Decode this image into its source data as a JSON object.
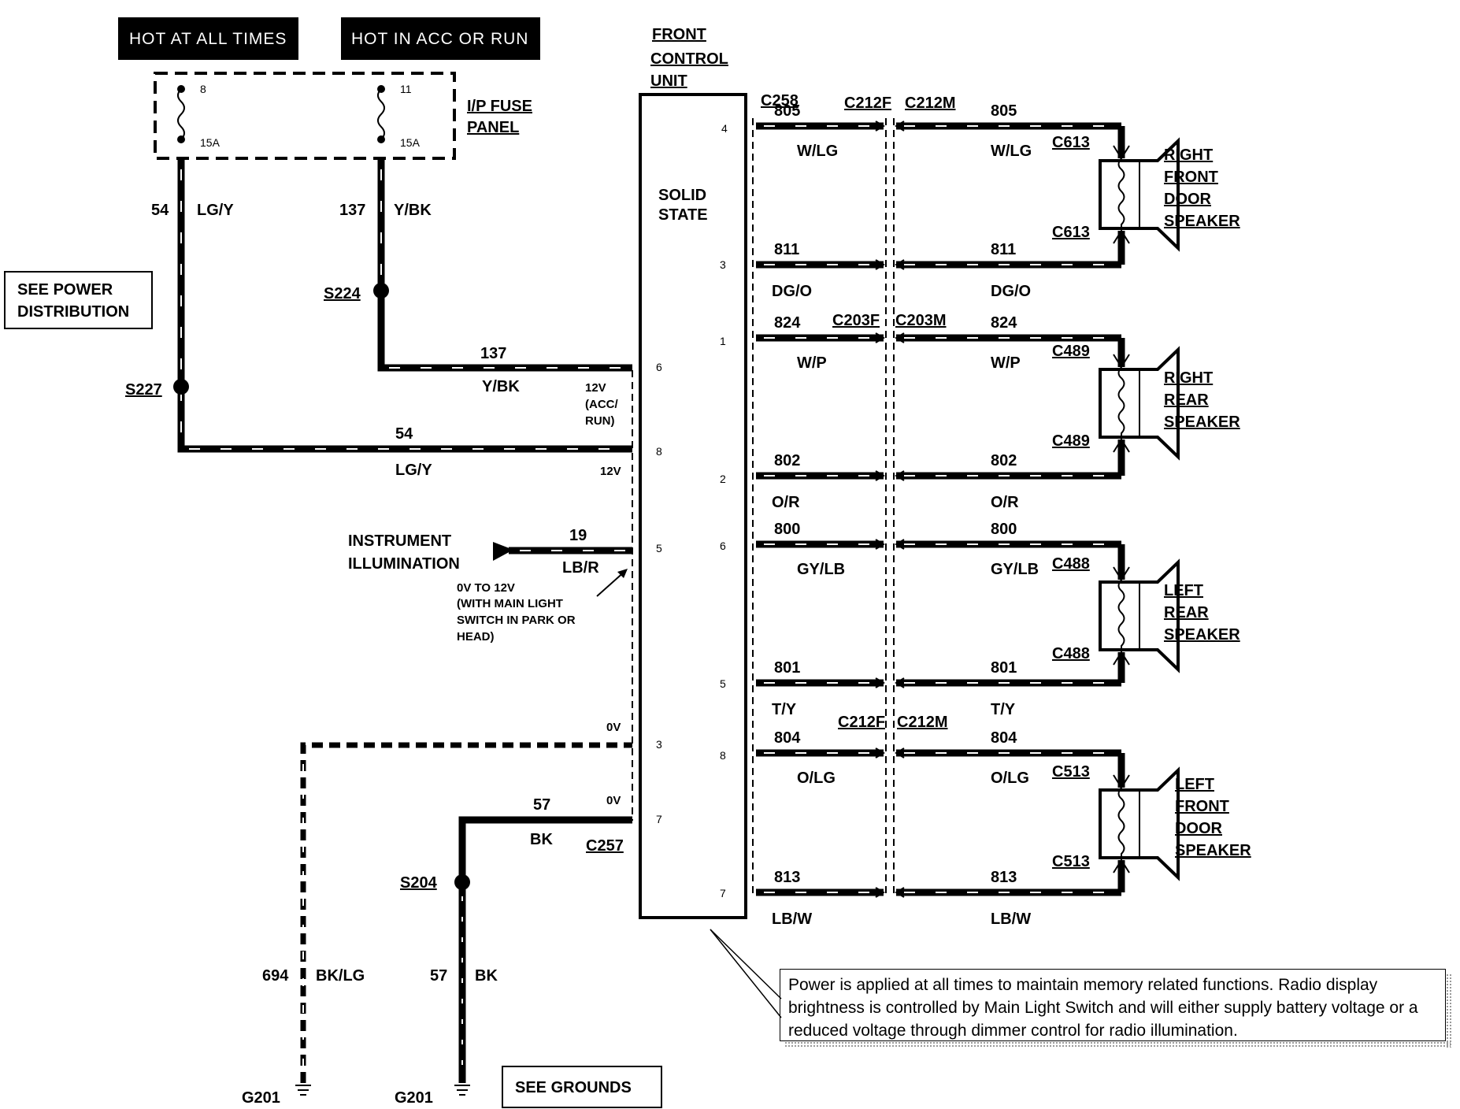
{
  "headers": {
    "hot_at_all_times": "HOT AT ALL TIMES",
    "hot_in_acc_or_run": "HOT IN ACC OR RUN"
  },
  "fuse_panel": {
    "label_line1": "I/P FUSE",
    "label_line2": "PANEL",
    "fuse_a_number": "8",
    "fuse_a_rating": "15A",
    "fuse_b_number": "11",
    "fuse_b_rating": "15A"
  },
  "front_control_unit": {
    "line1": "FRONT",
    "line2": "CONTROL",
    "line3": "UNIT",
    "solid_state_1": "SOLID",
    "solid_state_2": "STATE"
  },
  "left_side": {
    "w54_top_num": "54",
    "w54_top_color": "LG/Y",
    "w137_top_num": "137",
    "w137_top_color": "Y/BK",
    "see_power_1": "SEE POWER",
    "see_power_2": "DISTRIBUTION",
    "s224": "S224",
    "s227": "S227",
    "w137_num": "137",
    "w137_color": "Y/BK",
    "v12_acc_1": "12V",
    "v12_acc_2": "(ACC/",
    "v12_acc_3": "RUN)",
    "w54_num": "54",
    "w54_color": "LG/Y",
    "v12": "12V",
    "illum_1": "INSTRUMENT",
    "illum_2": "ILLUMINATION",
    "w19_num": "19",
    "w19_color": "LB/R",
    "dim_1": "0V TO 12V",
    "dim_2": "(WITH MAIN LIGHT",
    "dim_3": "SWITCH IN PARK OR",
    "dim_4": "HEAD)",
    "v0_a": "0V",
    "v0_b": "0V",
    "w57_num": "57",
    "w57_color": "BK",
    "c257": "C257",
    "s204": "S204",
    "w694_num": "694",
    "w694_color": "BK/LG",
    "w57b_num": "57",
    "w57b_color": "BK",
    "g201_a": "G201",
    "g201_b": "G201",
    "see_grounds": "SEE GROUNDS"
  },
  "unit_pins_left": [
    "6",
    "8",
    "5",
    "3",
    "7"
  ],
  "unit_pins_right": [
    "4",
    "3",
    "1",
    "2",
    "6",
    "5",
    "8",
    "7"
  ],
  "connectors": {
    "c258": "C258",
    "c212f_a": "C212F",
    "c212m_a": "C212M",
    "c203f": "C203F",
    "c203m": "C203M",
    "c212f_b": "C212F",
    "c212m_b": "C212M"
  },
  "speaker_wires": [
    {
      "num": "805",
      "color": "W/LG",
      "num2": "805",
      "color2": "W/LG"
    },
    {
      "num": "811",
      "color": "DG/O",
      "num2": "811",
      "color2": "DG/O"
    },
    {
      "num": "824",
      "color": "W/P",
      "num2": "824",
      "color2": "W/P"
    },
    {
      "num": "802",
      "color": "O/R",
      "num2": "802",
      "color2": "O/R"
    },
    {
      "num": "800",
      "color": "GY/LB",
      "num2": "800",
      "color2": "GY/LB"
    },
    {
      "num": "801",
      "color": "T/Y",
      "num2": "801",
      "color2": "T/Y"
    },
    {
      "num": "804",
      "color": "O/LG",
      "num2": "804",
      "color2": "O/LG"
    },
    {
      "num": "813",
      "color": "LB/W",
      "num2": "813",
      "color2": "LB/W"
    }
  ],
  "speakers": [
    {
      "conn_top": "C613",
      "conn_bot": "C613",
      "l1": "RIGHT",
      "l2": "FRONT",
      "l3": "DOOR",
      "l4": "SPEAKER"
    },
    {
      "conn_top": "C489",
      "conn_bot": "C489",
      "l1": "RIGHT",
      "l2": "REAR",
      "l3": "SPEAKER"
    },
    {
      "conn_top": "C488",
      "conn_bot": "C488",
      "l1": "LEFT",
      "l2": "REAR",
      "l3": "SPEAKER"
    },
    {
      "conn_top": "C513",
      "conn_bot": "C513",
      "l1": "LEFT",
      "l2": "FRONT",
      "l3": "DOOR",
      "l4": "SPEAKER"
    }
  ],
  "note": "Power is applied at all times to maintain memory related functions.  Radio display brightness is controlled by Main Light Switch and will either supply battery voltage or a reduced voltage through dimmer control for radio illumination."
}
